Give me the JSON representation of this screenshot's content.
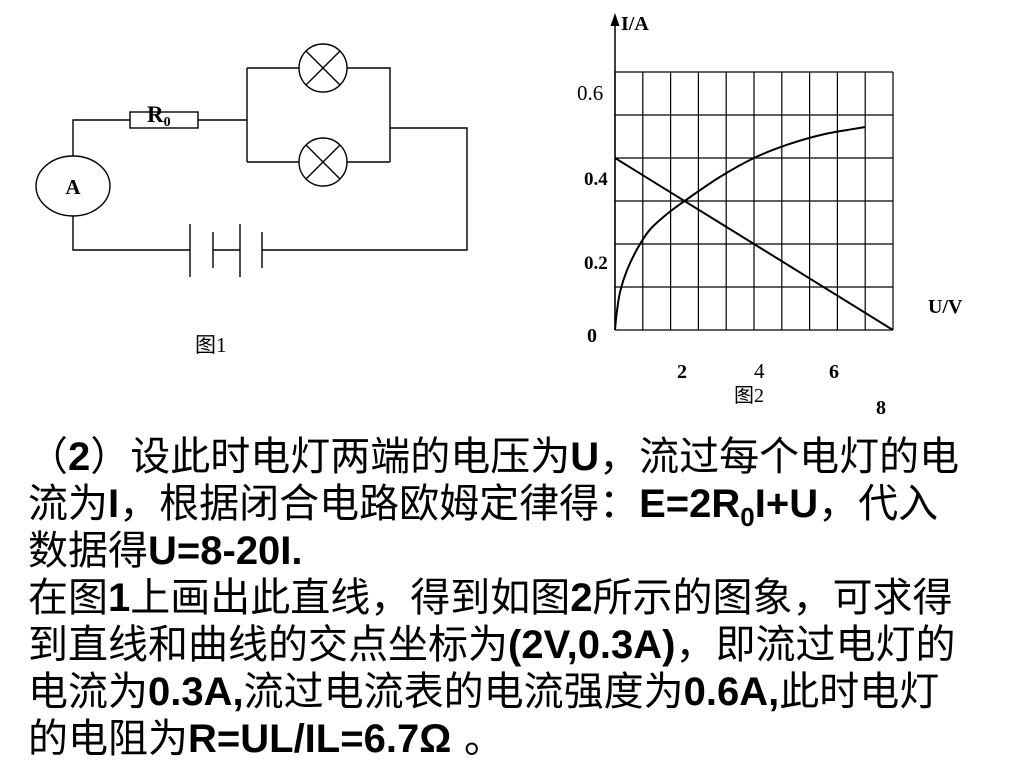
{
  "circuit": {
    "ammeter_label": "A",
    "resistor_label": "R",
    "resistor_subscript": "0",
    "caption": "图1"
  },
  "chart_data": {
    "type": "line",
    "xlabel": "U/V",
    "ylabel": "I/A",
    "xlim": [
      0,
      8
    ],
    "ylim": [
      0,
      0.6
    ],
    "x_ticks": [
      "2",
      "4",
      "6",
      "8"
    ],
    "y_ticks": [
      "0",
      "0.2",
      "0.4",
      "0.6"
    ],
    "grid": true,
    "caption": "图2",
    "series": [
      {
        "points": [
          [
            0,
            0
          ],
          [
            0.05,
            0.04
          ],
          [
            0.15,
            0.09
          ],
          [
            0.35,
            0.14
          ],
          [
            0.65,
            0.19
          ],
          [
            1.0,
            0.233
          ],
          [
            1.5,
            0.27
          ],
          [
            2.0,
            0.3
          ],
          [
            3.0,
            0.355
          ],
          [
            4.0,
            0.4
          ],
          [
            5.0,
            0.432
          ],
          [
            6.0,
            0.455
          ],
          [
            7.2,
            0.472
          ]
        ]
      },
      {
        "points": [
          [
            0,
            0.4
          ],
          [
            8,
            0
          ]
        ]
      }
    ]
  },
  "explanation": {
    "lines": [
      [
        {
          "text": "（"
        },
        {
          "text": "2",
          "bold": true
        },
        {
          "text": "）设此时电灯两端的电压为"
        },
        {
          "text": "U",
          "bold": true
        },
        {
          "text": "，流过每个电灯的电"
        }
      ],
      [
        {
          "text": "流为"
        },
        {
          "text": "I",
          "bold": true
        },
        {
          "text": "，根据闭合电路欧姆定律得："
        },
        {
          "text": "E=2R",
          "bold": true
        },
        {
          "text": "0",
          "bold": true,
          "sub": true
        },
        {
          "text": "I+U",
          "bold": true
        },
        {
          "text": "，代入"
        }
      ],
      [
        {
          "text": "数据得"
        },
        {
          "text": "U=8-20I.",
          "bold": true
        }
      ],
      [
        {
          "text": "在图"
        },
        {
          "text": "1",
          "bold": true
        },
        {
          "text": "上画出此直线，得到如图"
        },
        {
          "text": "2",
          "bold": true
        },
        {
          "text": "所示的图象，可求得"
        }
      ],
      [
        {
          "text": "到直线和曲线的交点坐标为"
        },
        {
          "text": "(2V,0.3A)",
          "bold": true
        },
        {
          "text": "，即流过电灯的"
        }
      ],
      [
        {
          "text": "电流为"
        },
        {
          "text": "0.3A,",
          "bold": true
        },
        {
          "text": "流过电流表的电流强度为"
        },
        {
          "text": "0.6A,",
          "bold": true
        },
        {
          "text": "此时电灯"
        }
      ],
      [
        {
          "text": "的电阻为"
        },
        {
          "text": "R=UL/IL=6.7Ω",
          "bold": true
        },
        {
          "text": " 。"
        }
      ]
    ]
  }
}
